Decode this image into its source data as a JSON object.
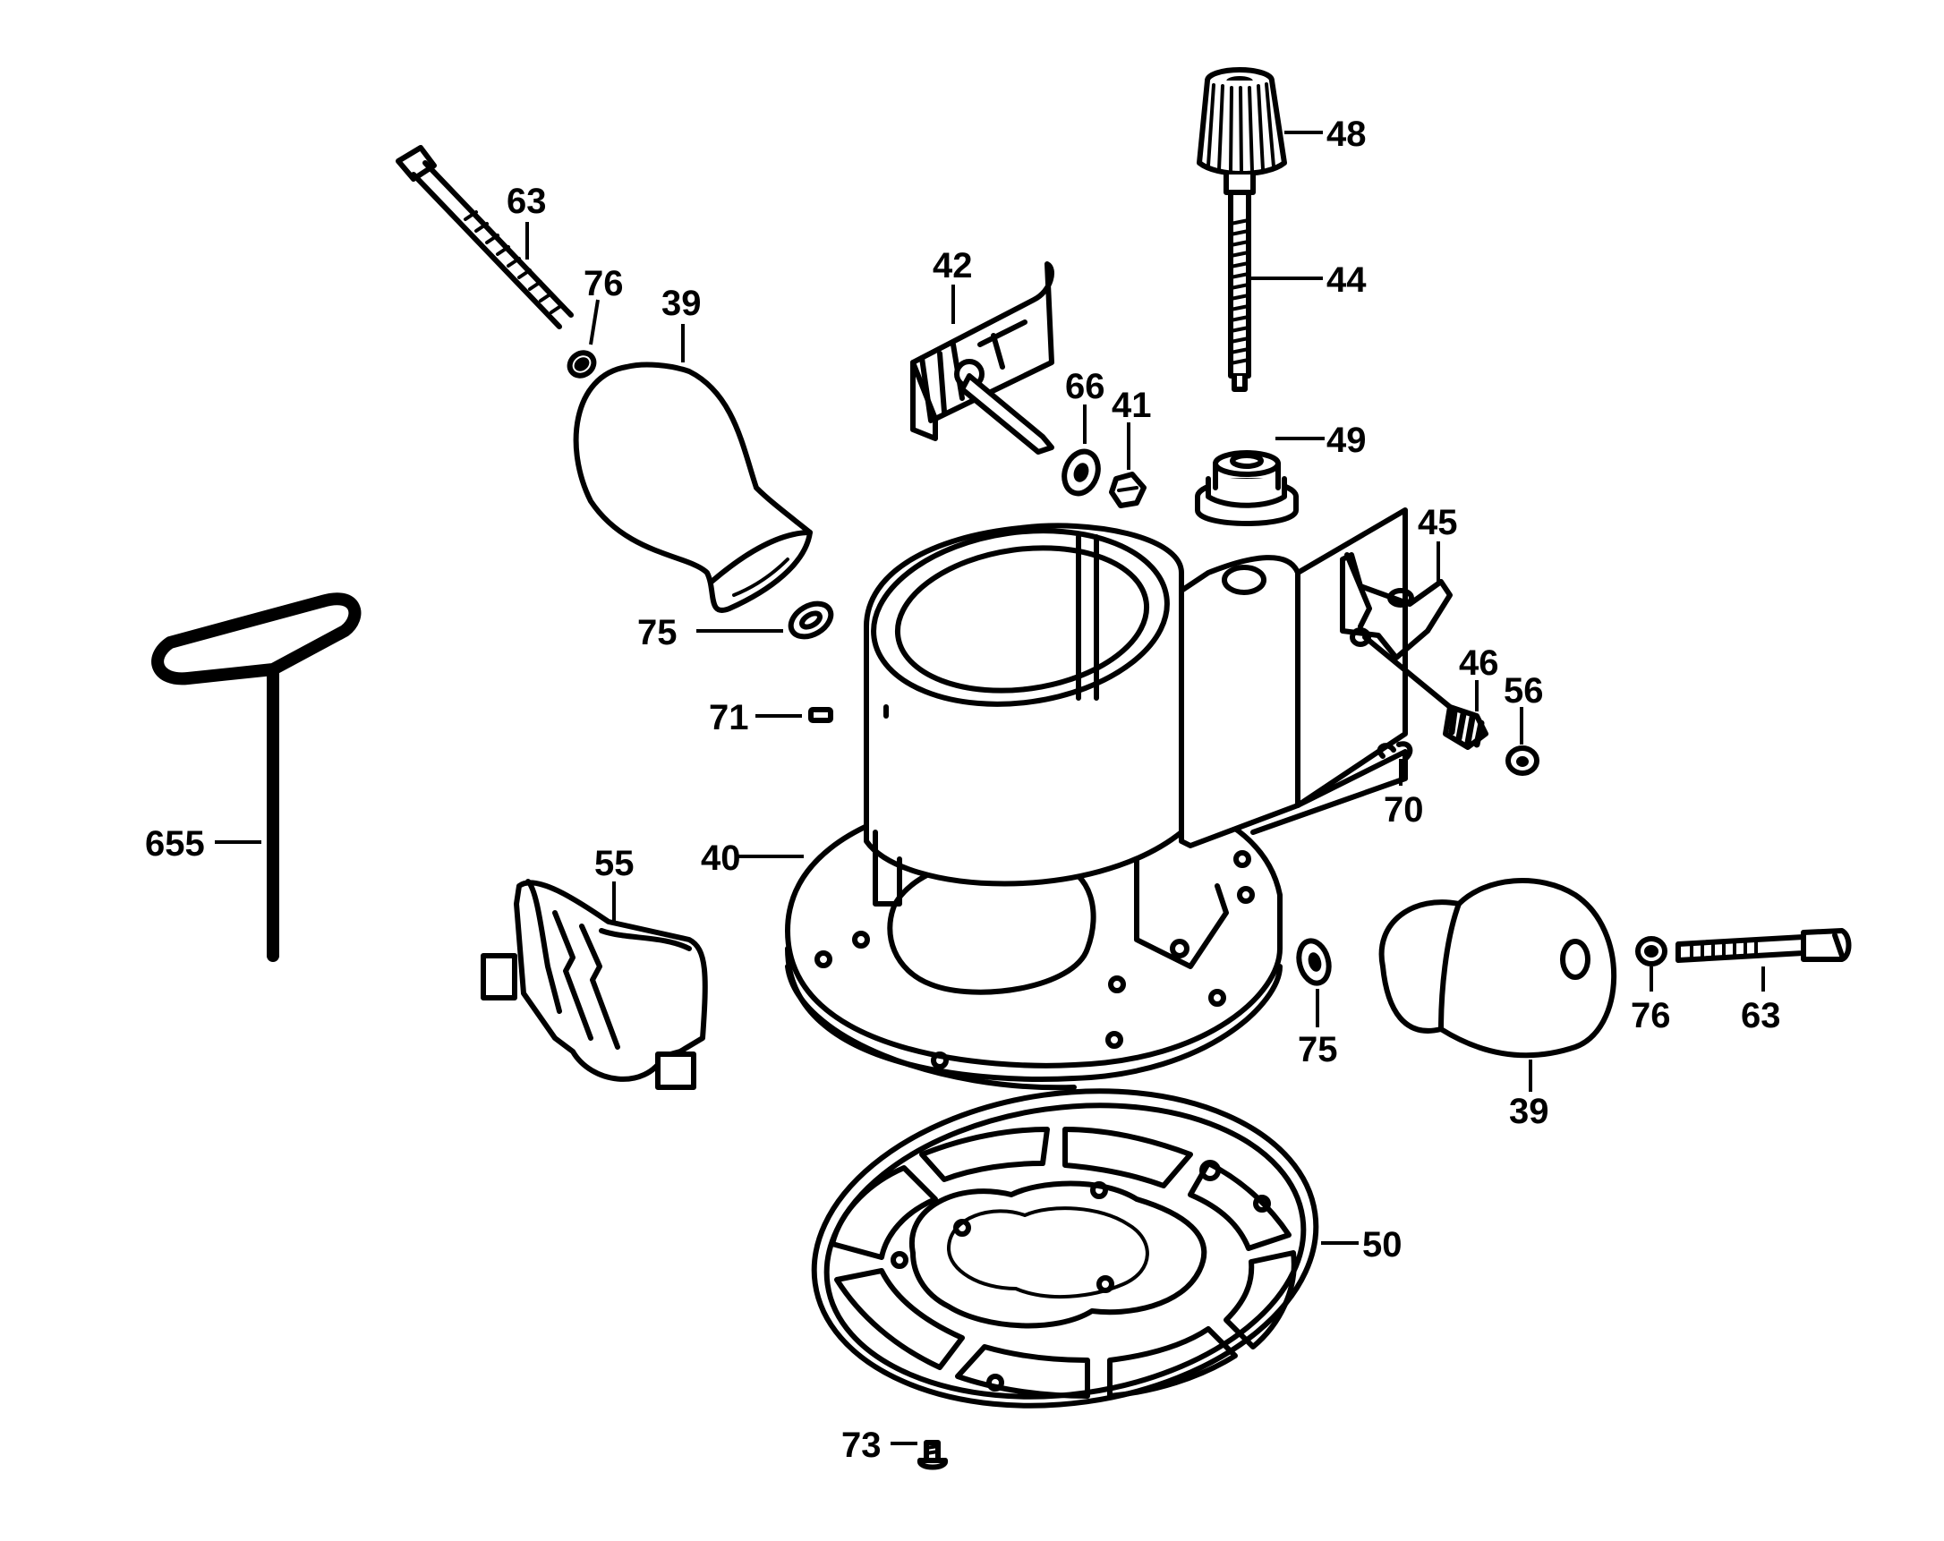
{
  "labels": {
    "l63a": "63",
    "l76a": "76",
    "l39a": "39",
    "l42": "42",
    "l48": "48",
    "l44": "44",
    "l66": "66",
    "l41": "41",
    "l49": "49",
    "l45": "45",
    "l46": "46",
    "l56": "56",
    "l70": "70",
    "l75a": "75",
    "l71": "71",
    "l655": "655",
    "l40": "40",
    "l55": "55",
    "l75b": "75",
    "l39b": "39",
    "l76b": "76",
    "l63b": "63",
    "l50": "50",
    "l73": "73"
  },
  "colors": {
    "ink": "#000000",
    "paper": "#ffffff"
  }
}
